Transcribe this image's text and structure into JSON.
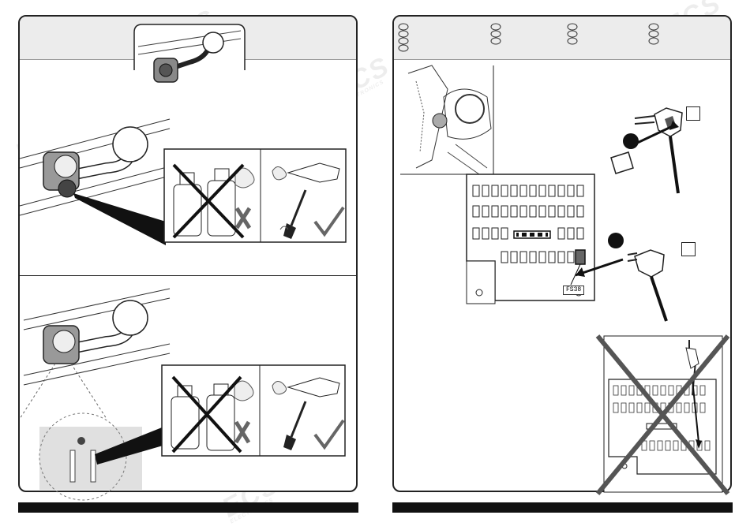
{
  "fuse_label": "FS38",
  "watermark": {
    "logo": "ECS",
    "subtitle": "ELECTRONICS"
  },
  "colors": {
    "outline": "#222222",
    "band": "#ececec",
    "footer": "#111111",
    "cross": "#555555"
  },
  "icons": [
    "tow-ball-socket-icon",
    "cleaner-bottles-crossed-icon",
    "air-blower-icon",
    "brush-icon",
    "check-mark-icon",
    "fuse-box-icon",
    "fuse-icon",
    "car-interior-icon",
    "cross-out-icon"
  ]
}
